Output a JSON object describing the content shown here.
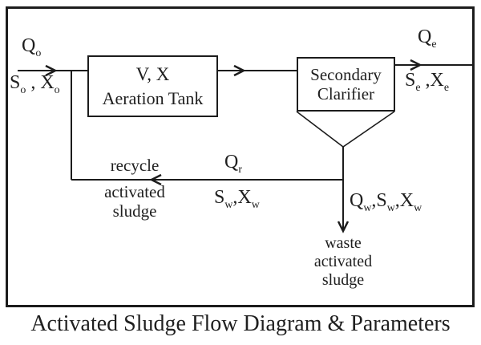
{
  "colors": {
    "line": "#1c1c1c",
    "text": "#1f1f1f",
    "background": "#ffffff"
  },
  "caption": "Activated Sludge Flow Diagram & Parameters",
  "diagram": {
    "aeration_tank": {
      "line1": "V, X",
      "line2": "Aeration Tank"
    },
    "secondary_clarifier": {
      "line1": "Secondary",
      "line2": "Clarifier"
    },
    "influent": {
      "flow": {
        "base": "Q",
        "sub": "o"
      },
      "params": {
        "p1": "S",
        "p1_sub": "o",
        "sep": " , ",
        "p2": "X",
        "p2_sub": "o"
      }
    },
    "effluent": {
      "flow": {
        "base": "Q",
        "sub": "e"
      },
      "params": {
        "p1": "S",
        "p1_sub": "e",
        "sep": " ,",
        "p2": "X",
        "p2_sub": "e"
      }
    },
    "recycle": {
      "label": "recycle",
      "sublabel": [
        "activated",
        "sludge"
      ],
      "flow": {
        "base": "Q",
        "sub": "r"
      },
      "params": {
        "p1": "S",
        "p1_sub": "w",
        "sep": ",",
        "p2": "X",
        "p2_sub": "w"
      }
    },
    "waste": {
      "flow": {
        "q": "Q",
        "q_sub": "w",
        "sep1": ",",
        "s": "S",
        "s_sub": "w",
        "sep2": ",",
        "x": "X",
        "x_sub": "w"
      },
      "label": [
        "waste",
        "activated",
        "sludge"
      ]
    }
  }
}
